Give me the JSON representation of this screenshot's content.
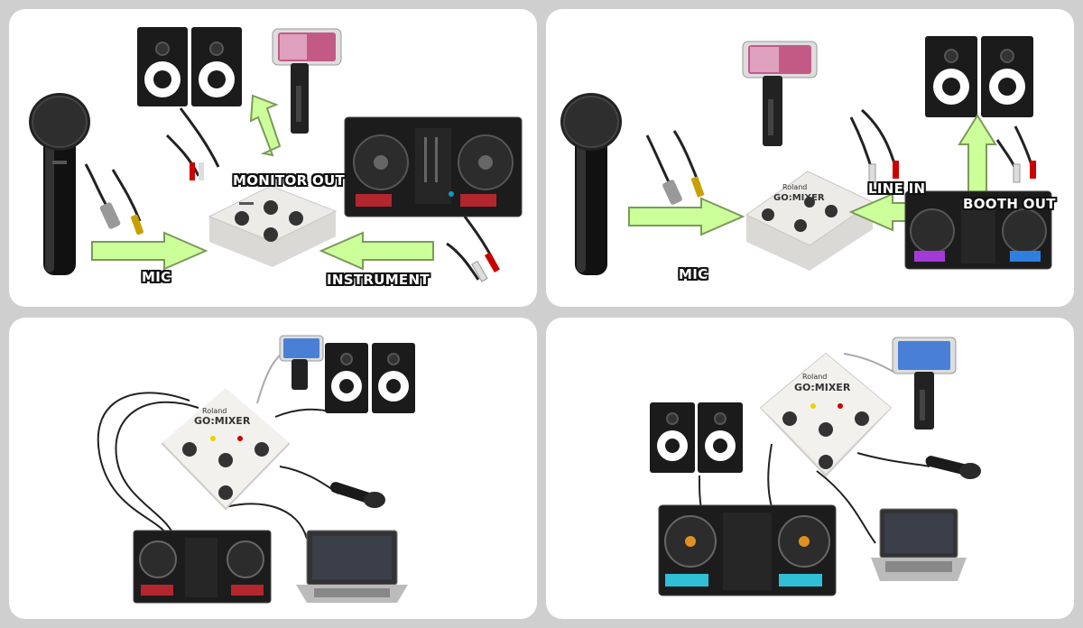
{
  "panel1": {
    "labels": {
      "mic": "MIC",
      "monitor_out": "MONITOR OUT",
      "instrument": "INSTRUMENT"
    }
  },
  "panel2": {
    "labels": {
      "mic": "MIC",
      "line_in": "LINE IN",
      "booth_out": "BOOTH OUT"
    }
  },
  "device": {
    "brand": "Roland",
    "model": "GO:MIXER"
  },
  "colors": {
    "arrow_fill": "#ccff99",
    "arrow_stroke": "#7a9a5a",
    "mixer_body": "#ecebe8",
    "speaker": "#1b1b1b",
    "phone_screen": "#4a7fd6"
  }
}
